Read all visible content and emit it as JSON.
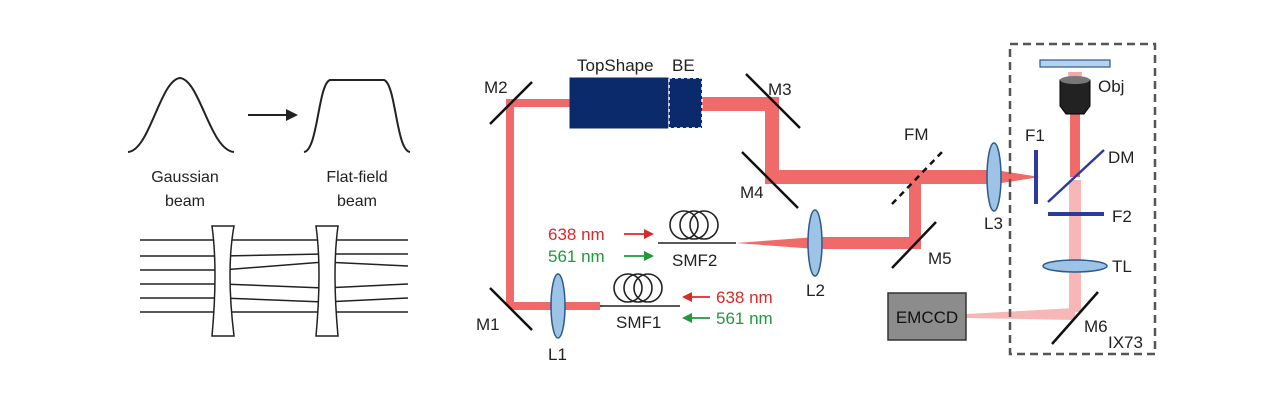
{
  "left_panel": {
    "gaussian_label_line1": "Gaussian",
    "gaussian_label_line2": "beam",
    "flat_label_line1": "Flat-field",
    "flat_label_line2": "beam"
  },
  "components": {
    "topshape": "TopShape",
    "be": "BE",
    "m1": "M1",
    "m2": "M2",
    "m3": "M3",
    "m4": "M4",
    "m5": "M5",
    "m6": "M6",
    "fm": "FM",
    "l1": "L1",
    "l2": "L2",
    "l3": "L3",
    "f1": "F1",
    "f2": "F2",
    "dm": "DM",
    "tl": "TL",
    "obj": "Obj",
    "emccd": "EMCCD",
    "ix73": "IX73",
    "smf1": "SMF1",
    "smf2": "SMF2"
  },
  "lasers": {
    "red_label": "638 nm",
    "green_label": "561 nm"
  },
  "colors": {
    "beam": "#f06a6a",
    "beam_faint": "#f7b7b7",
    "topshape_fill": "#0b2a6b",
    "lens_fill": "#9dc3e6",
    "lens_stroke": "#2c5a8c",
    "filter": "#2d3a9a",
    "emccd_fill": "#8c8c8c",
    "laser_red": "#d92a2a",
    "laser_green": "#1f9a3a"
  }
}
